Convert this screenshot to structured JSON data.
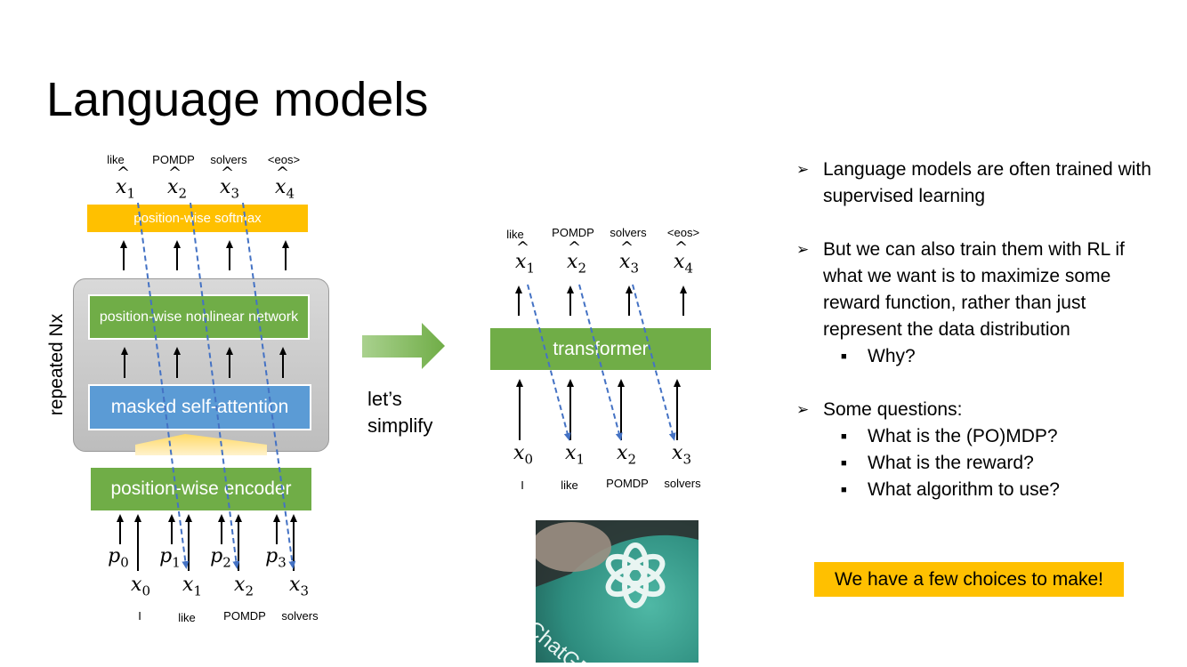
{
  "title": "Language models",
  "left_diagram": {
    "output_tokens": [
      "like",
      "POMDP",
      "solvers",
      "<eos>"
    ],
    "output_vars": [
      {
        "base": "x",
        "sub": "1"
      },
      {
        "base": "x",
        "sub": "2"
      },
      {
        "base": "x",
        "sub": "3"
      },
      {
        "base": "x",
        "sub": "4"
      }
    ],
    "softmax_label": "position-wise softmax",
    "nonlinear_label": "position-wise nonlinear network",
    "attention_label": "masked self-attention",
    "repeated_label": "repeated Nx",
    "encoder_label": "position-wise encoder",
    "pos_vars": [
      {
        "base": "p",
        "sub": "0"
      },
      {
        "base": "p",
        "sub": "1"
      },
      {
        "base": "p",
        "sub": "2"
      },
      {
        "base": "p",
        "sub": "3"
      }
    ],
    "input_vars": [
      {
        "base": "x",
        "sub": "0"
      },
      {
        "base": "x",
        "sub": "1"
      },
      {
        "base": "x",
        "sub": "2"
      },
      {
        "base": "x",
        "sub": "3"
      }
    ],
    "input_tokens": [
      "I",
      "like",
      "POMDP",
      "solvers"
    ]
  },
  "simplify_label": "let’s simplify",
  "right_diagram": {
    "output_tokens": [
      "like",
      "POMDP",
      "solvers",
      "<eos>"
    ],
    "output_vars": [
      {
        "base": "x",
        "sub": "1"
      },
      {
        "base": "x",
        "sub": "2"
      },
      {
        "base": "x",
        "sub": "3"
      },
      {
        "base": "x",
        "sub": "4"
      }
    ],
    "transformer_label": "transformer",
    "input_vars": [
      {
        "base": "x",
        "sub": "0"
      },
      {
        "base": "x",
        "sub": "1"
      },
      {
        "base": "x",
        "sub": "2"
      },
      {
        "base": "x",
        "sub": "3"
      }
    ],
    "input_tokens": [
      "I",
      "like",
      "POMDP",
      "solvers"
    ]
  },
  "photo_logo_text": "ChatGPT",
  "bullets": [
    {
      "text": "Language models are often trained with supervised learning",
      "sub": []
    },
    {
      "text": "But we can also train them with RL if what we want is to maximize some reward function, rather than just represent the data distribution",
      "sub": [
        "Why?"
      ]
    },
    {
      "text": "Some questions:",
      "sub": [
        "What is the (PO)MDP?",
        "What is the reward?",
        "What algorithm to use?"
      ]
    }
  ],
  "callout": "We have a few choices to make!",
  "colors": {
    "green": "#70ad47",
    "yellow": "#ffc000",
    "blue": "#5b9bd5",
    "arrow_dash": "#4472c4"
  }
}
